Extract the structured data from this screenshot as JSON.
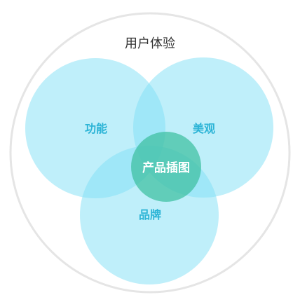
{
  "diagram": {
    "title": "用户体验",
    "sets": [
      {
        "label": "功能"
      },
      {
        "label": "美观"
      },
      {
        "label": "品牌"
      }
    ],
    "intersection": {
      "label": "产品插图"
    }
  },
  "colors": {
    "outer_stroke": "#e5e5e5",
    "set_fill": "#7fe0f5",
    "set_label": "#2cb4d6",
    "intersection_fill": "#3dbf9f",
    "title": "#333333",
    "intersection_label": "#ffffff"
  }
}
